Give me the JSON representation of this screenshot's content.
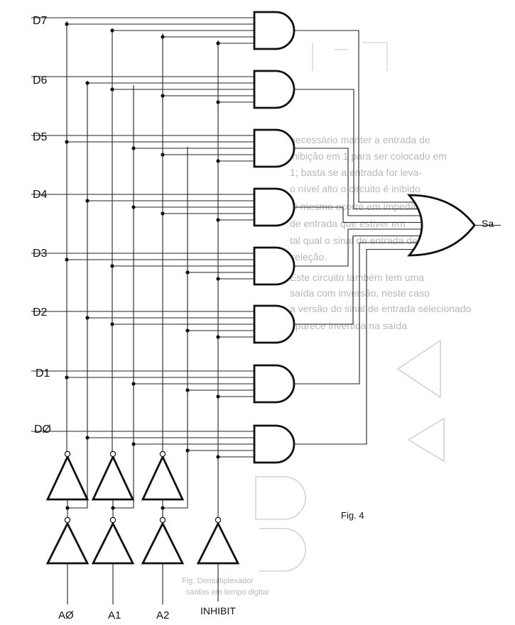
{
  "data_inputs": [
    "D7",
    "D6",
    "D5",
    "D4",
    "D3",
    "D2",
    "D1",
    "DØ"
  ],
  "select_inputs": [
    "AØ",
    "A1",
    "A2",
    "INHIBIT"
  ],
  "output_label": "Sa",
  "figure_label": "Fig. 4",
  "background_text": [
    "necessário manter a entrada de",
    "inibição em 1 para ser colocado em",
    "1; basta se a entrada for leva-",
    "o nível alto o circuito é inibido",
    "O mesmo ocorre em impedân-",
    "de entrada que estiver em",
    "tal qual o sinal de entrada de",
    "seleção.",
    "Este circuito também tem uma",
    "saída com inversão, neste caso",
    "a versão do sinal de entrada selecionado",
    "aparece invertida na saída"
  ],
  "bottom_note": [
    "Fig. Demultiplexador",
    "saídas em tempo digital"
  ]
}
